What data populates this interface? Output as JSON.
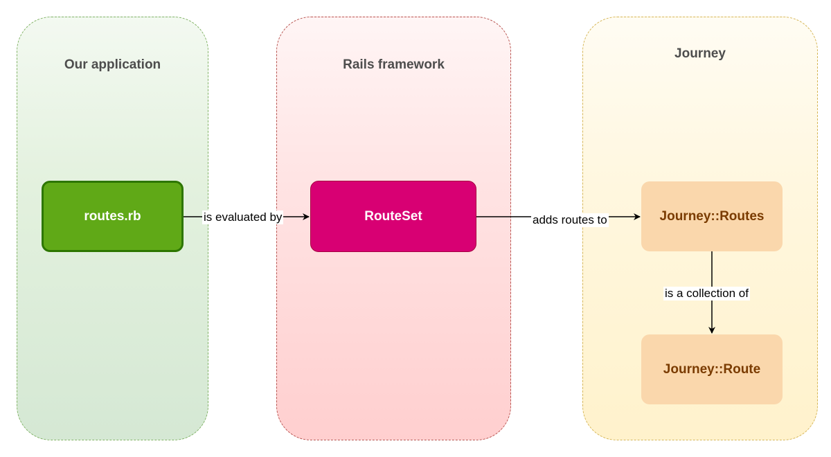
{
  "lanes": {
    "app": {
      "title": "Our application"
    },
    "rails": {
      "title": "Rails framework"
    },
    "journey": {
      "title": "Journey"
    }
  },
  "nodes": {
    "routes_rb": {
      "label": "routes.rb"
    },
    "routeset": {
      "label": "RouteSet"
    },
    "journey_routes": {
      "label": "Journey::Routes"
    },
    "journey_route": {
      "label": "Journey::Route"
    }
  },
  "edges": {
    "evaluated_by": {
      "label": "is evaluated by"
    },
    "adds_routes_to": {
      "label": "adds routes to"
    },
    "collection_of": {
      "label": "is a collection of"
    }
  },
  "colors": {
    "app_fill": "#d5e8d4",
    "app_stroke": "#82b366",
    "rails_fill": "#ffcfcf",
    "rails_stroke": "#b85450",
    "journey_fill": "#fff2cc",
    "journey_stroke": "#d6b656",
    "routes_rb_fill": "#60a917",
    "routeset_fill": "#d80073",
    "journey_node_fill": "#fad7ac"
  }
}
